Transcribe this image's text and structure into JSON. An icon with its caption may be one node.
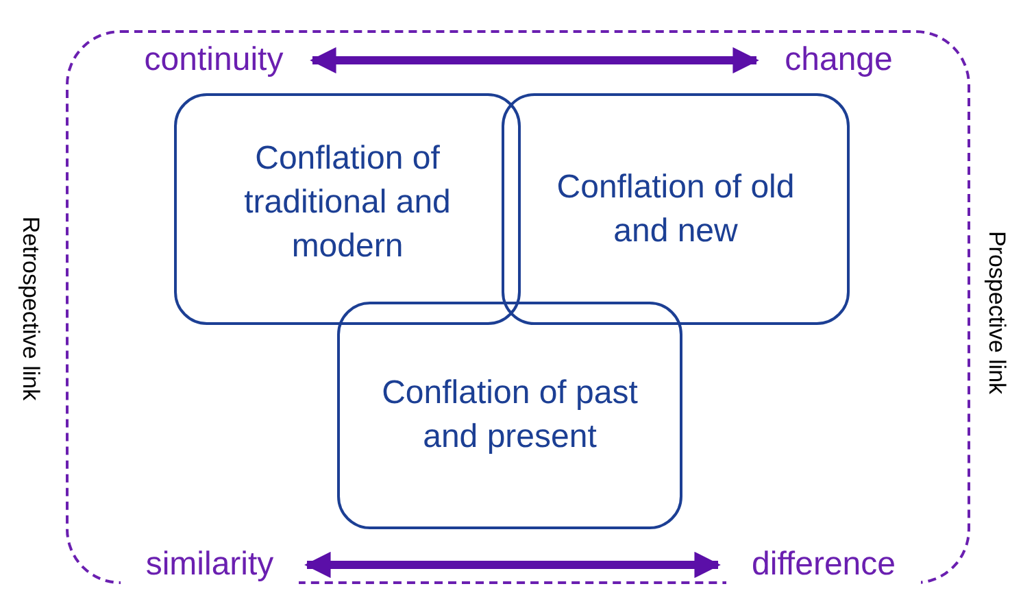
{
  "diagram": {
    "nodes": [
      {
        "text": [],
        "shape": "box",
        "beside": [
          "Retrospective link",
          "Prospective link"
        ]
      },
      {
        "text": [
          "continuity"
        ],
        "in": 0
      },
      {
        "text": [
          "change"
        ],
        "in": 0
      },
      {
        "text": [
          "Conflation of traditional and modern"
        ],
        "in": 0
      },
      {
        "text": [
          "Conflation of old and new"
        ],
        "in": 0
      },
      {
        "text": [
          "Conflation of past and present"
        ],
        "in": 0
      },
      {
        "text": [
          "similarity"
        ],
        "in": 0
      },
      {
        "text": [
          "difference"
        ],
        "in": 0
      }
    ],
    "edges": [
      {
        "from": 1,
        "to": 2,
        "arrow": "both"
      },
      {
        "from": 6,
        "to": 7,
        "arrow": "both"
      }
    ]
  }
}
